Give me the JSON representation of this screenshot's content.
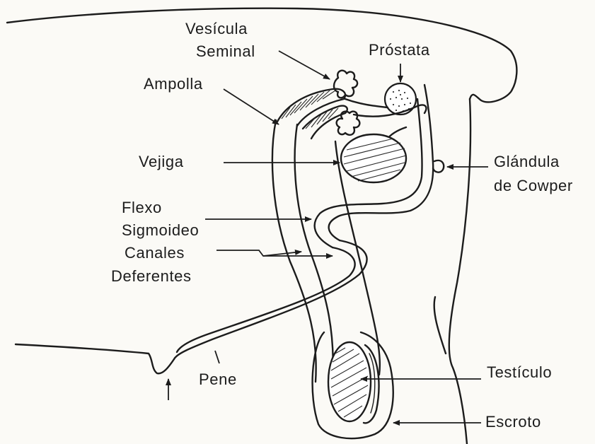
{
  "labels": {
    "vesicula_seminal_1": "Vesícula",
    "vesicula_seminal_2": "Seminal",
    "prostata": "Próstata",
    "ampolla": "Ampolla",
    "vejiga": "Vejiga",
    "glandula_cowper_1": "Glándula",
    "glandula_cowper_2": "de Cowper",
    "flexo_sigmoideo_1": "Flexo",
    "flexo_sigmoideo_2": "Sigmoideo",
    "canales_deferentes_1": "Canales",
    "canales_deferentes_2": "Deferentes",
    "testiculo": "Testículo",
    "pene": "Pene",
    "escroto": "Escroto"
  }
}
